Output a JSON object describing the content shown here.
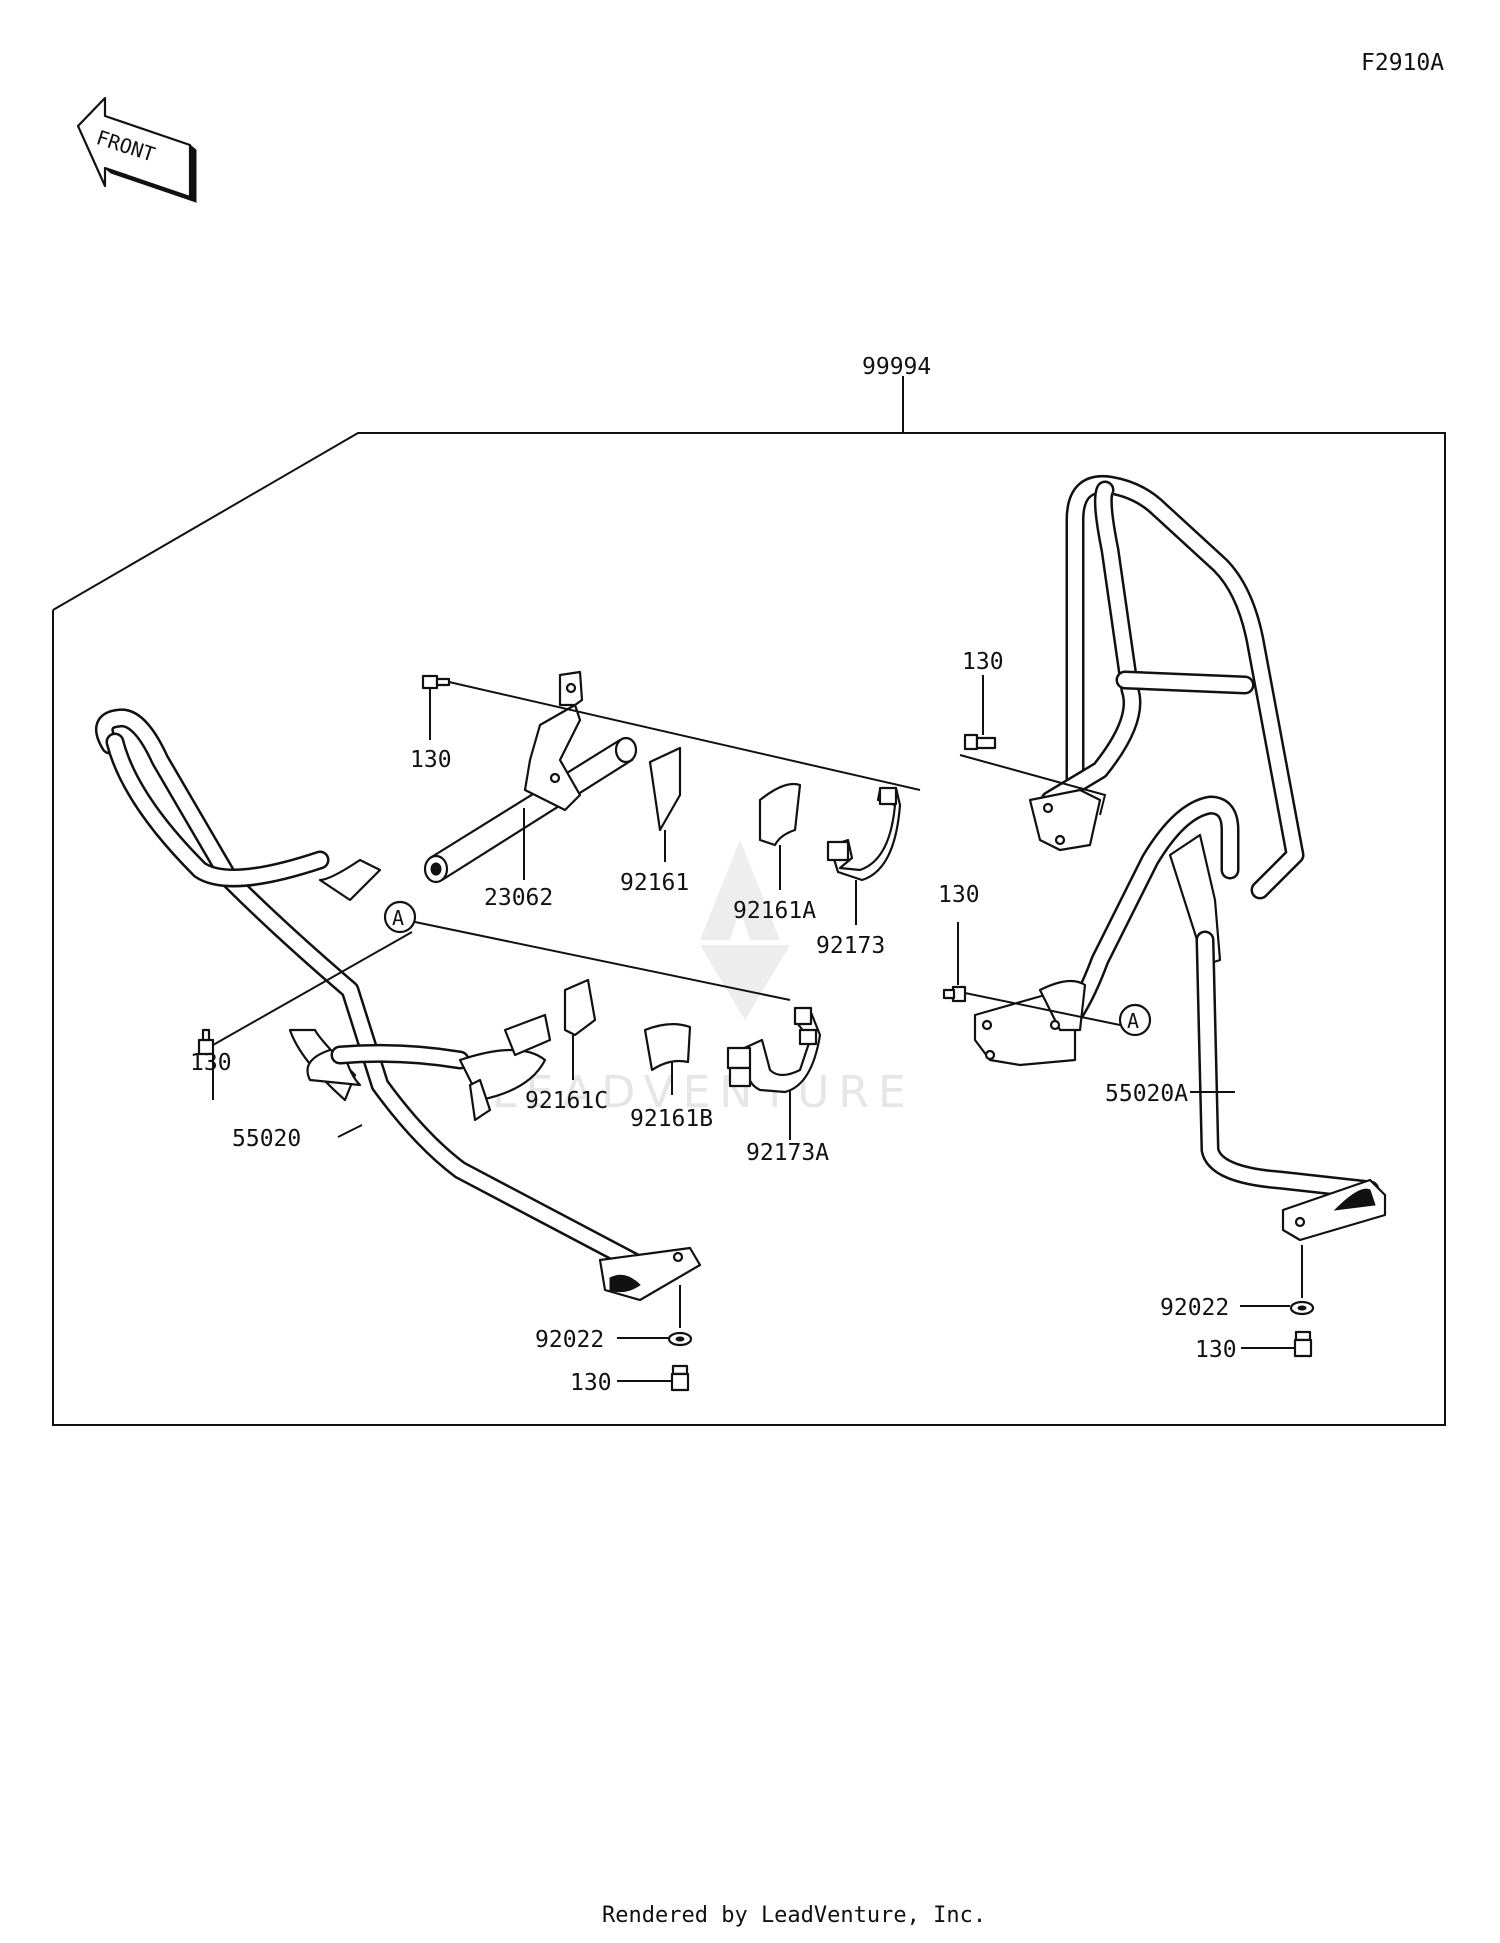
{
  "diagram": {
    "code": "F2910A",
    "front_label": "FRONT",
    "assembly_label": "99994",
    "callouts": {
      "bolt_front_left_top": "130",
      "bolt_left": "130",
      "bolt_right_top": "130",
      "bolt_right_mid": "130",
      "bolt_left_bottom": "130",
      "bolt_right_bottom": "130",
      "damper": "23062",
      "pad_92161": "92161",
      "pad_92161A": "92161A",
      "clamp_92173": "92173",
      "pad_92161C": "92161C",
      "pad_92161B": "92161B",
      "clamp_92173A": "92173A",
      "guard_left": "55020",
      "guard_right": "55020A",
      "washer_left": "92022",
      "washer_right": "92022"
    },
    "reference_marks": {
      "left": "A",
      "right": "A"
    },
    "watermark": "LEADVENTURE",
    "footer": "Rendered by LeadVenture, Inc."
  }
}
